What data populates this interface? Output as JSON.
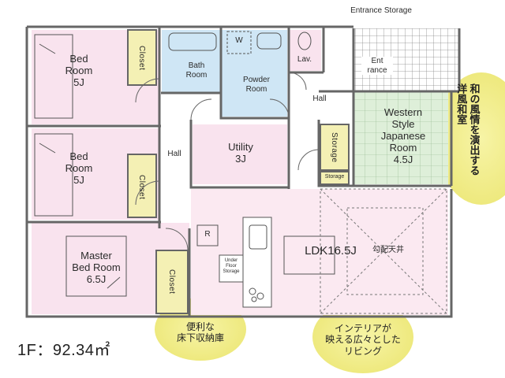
{
  "floor_area_label": "1F：92.34㎡",
  "rooms": {
    "bedroom_1": "Bed\nRoom\n5J",
    "bedroom_2": "Bed\nRoom\n5J",
    "master_bedroom": "Master\nBed Room\n6.5J",
    "closet": "Closet",
    "bath_room": "Bath\nRoom",
    "powder_room": "Powder\nRoom",
    "lav": "Lav.",
    "washer": "W",
    "entrance_storage": "Entrance Storage",
    "entrance": "Ent\nrance",
    "hall": "Hall",
    "utility": "Utility\n3J",
    "storage": "Storage",
    "western_japanese_room": "Western\nStyle\nJapanese\nRoom\n4.5J",
    "ldk": "LDK16.5J",
    "vaulted_ceiling": "勾配天井",
    "refrigerator": "R",
    "under_floor_storage": "Under\nFloor\nStorage"
  },
  "callouts": {
    "under_floor_storage_note": "便利な\n床下収納庫",
    "living_note": "インテリアが\n映える広々とした\nリビング",
    "japanese_room_note": "和の風情を演出する\n洋風和室"
  },
  "colors": {
    "bedroom_pink": "#f9e3ee",
    "bath_blue": "#cfe6f5",
    "japanese_green": "#deefd9",
    "wall": "#666666",
    "callout_yellow": "#f0ec86"
  }
}
